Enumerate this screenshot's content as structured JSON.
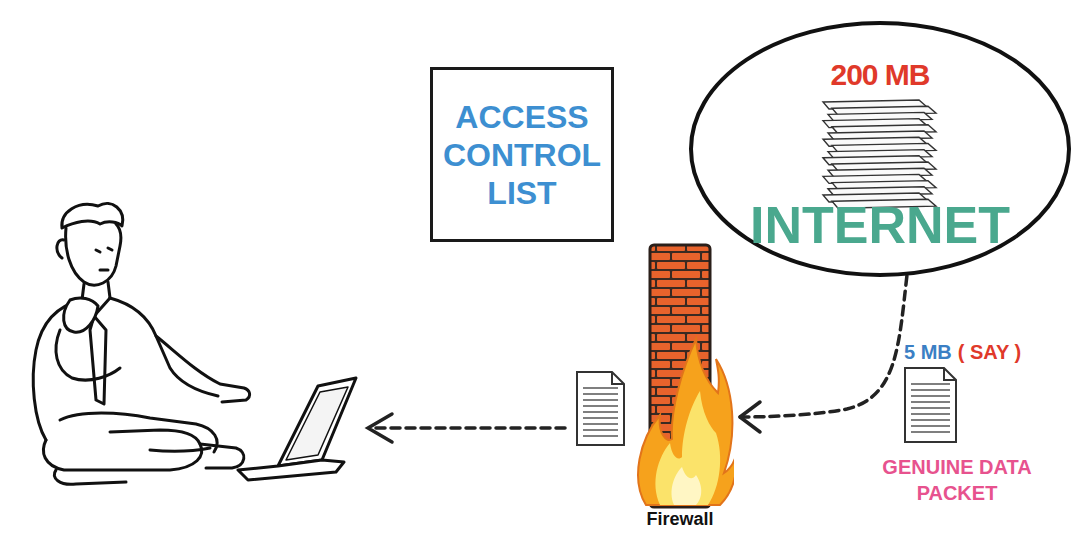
{
  "diagram": {
    "nodes": [
      {
        "text": [
          "ACCESS CONTROL LIST"
        ]
      },
      {
        "text": [
          "200 MB",
          "INTERNET"
        ]
      },
      {
        "text": [
          "Firewall"
        ]
      }
    ],
    "edges": [
      {
        "from": 1,
        "to": 2,
        "arrow": "to"
      }
    ],
    "labels": [
      "5 MB",
      "( SAY )",
      "GENUINE DATA PACKET"
    ]
  }
}
